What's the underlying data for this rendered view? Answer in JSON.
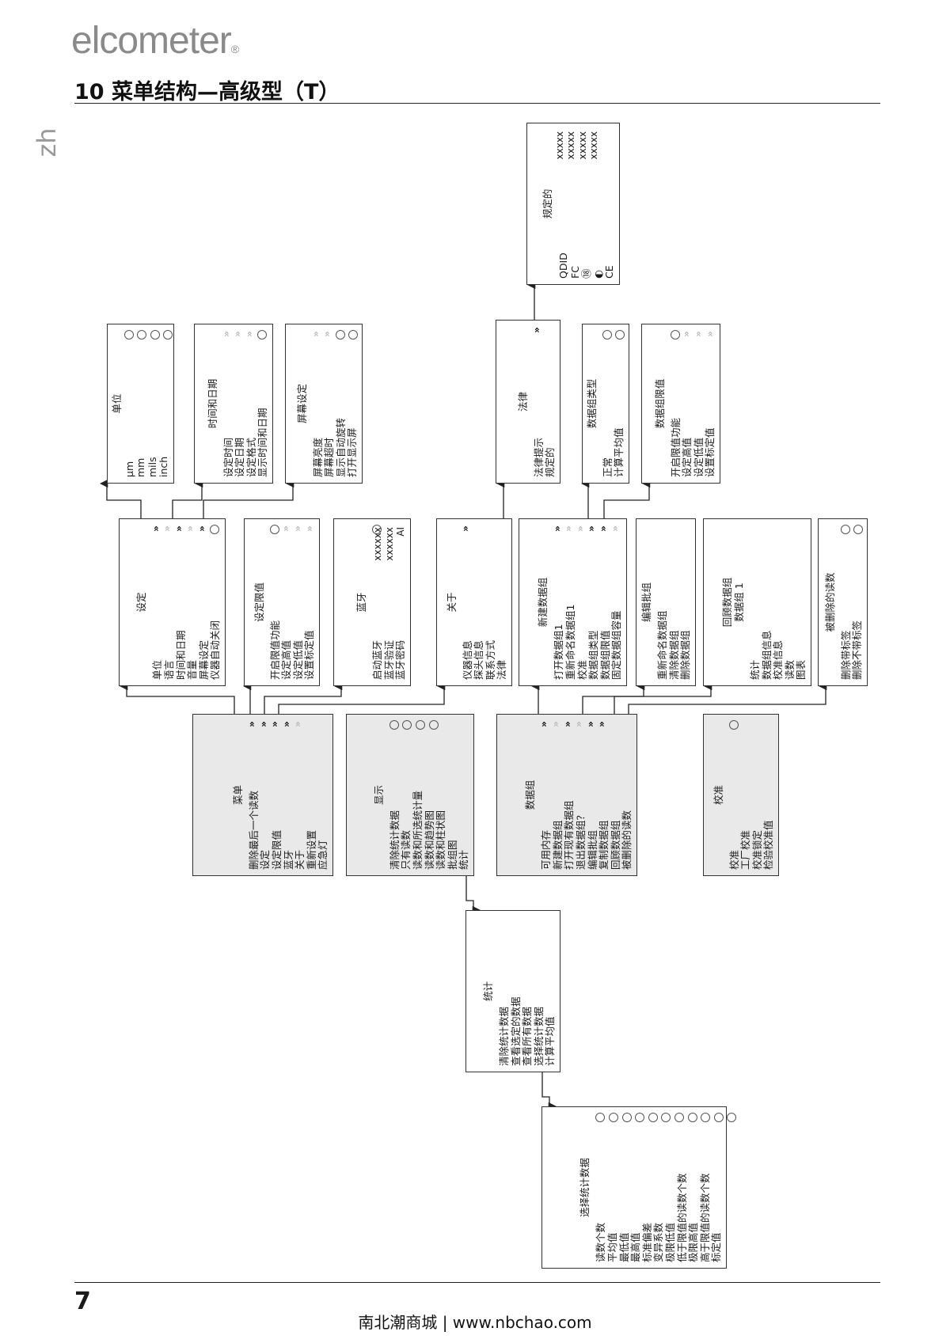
{
  "brand": "elcometer",
  "brand_mark": "®",
  "page_title": "10 菜单结构—高级型（T）",
  "language_tab": "zh",
  "page_number": "7",
  "footer": "南北潮商城 | www.nbchao.com",
  "boxes": {
    "units": {
      "header": "单位",
      "items": "μm\nmm\nmils\ninch",
      "marks": [
        "c",
        "c",
        "c",
        "c"
      ]
    },
    "datetime": {
      "header": "时间和日期",
      "items": "设定时间\n设定日期\n设定格式\n显示时间和日期",
      "marks": [
        "g",
        "g",
        "g",
        "c"
      ]
    },
    "screen": {
      "header": "屏幕设定",
      "items": "屏幕亮度\n屏幕超时\n显示自动旋转\n打开显示屏",
      "marks": [
        "g",
        "g",
        "c",
        "c"
      ]
    },
    "legal": {
      "header": "法律",
      "items": "法律提示\n规定的",
      "marks": [
        "b"
      ]
    },
    "regulatory": {
      "header": "规定的",
      "items": "QDID\nFC\n⑱\n◐\nCE",
      "values": "xxxxx\nxxxxx\nxxxxx\nxxxxx"
    },
    "batch_type": {
      "header": "数据组类型",
      "items": "正常\n计算平均值",
      "marks": [
        "c",
        "c"
      ]
    },
    "batch_limits": {
      "header": "数据组限值",
      "items": "开启限值功能\n设定高值\n设定低值\n设置标定值",
      "marks": [
        "c",
        "g",
        "g",
        "g"
      ]
    },
    "setup": {
      "header": "设定",
      "items": "单位\n语言\n时间和日期\n音量\n屏幕设定\n仪器自动关闭",
      "marks": [
        "b",
        "g",
        "b",
        "g",
        "b",
        "c"
      ]
    },
    "set_limits": {
      "header": "设定限值",
      "items": "开启限值功能\n设定高值\n设定低值\n设置标定值",
      "marks": [
        "c",
        "g",
        "g",
        "g"
      ]
    },
    "bluetooth": {
      "header": "蓝牙",
      "items": "启动蓝牙\n蓝牙验证\n蓝牙密码",
      "marks": [
        "c"
      ],
      "values": "xxxxxx\nxxxxxx\nAI"
    },
    "about": {
      "header": "关于",
      "items": "仪器信息\n探头信息\n联系方式\n法律",
      "marks": [
        "b"
      ]
    },
    "new_batch": {
      "header": "新建数据组",
      "items": "打开数据组1\n重新命名数据组1\n校准\n数据组类型\n数据组限值\n固定数据组容量",
      "marks": [
        "b",
        "g",
        "g",
        "b",
        "b",
        "g"
      ]
    },
    "edit_batch": {
      "header": "编辑批组",
      "items": "重新命名数据组\n清除数据组\n删除数据组"
    },
    "review_batch": {
      "header": "回顾数据组\n数据组 1",
      "items": "统计\n数据组信息\n校准信息\n读数\n图表"
    },
    "deleted": {
      "header": "被删除的读数",
      "items": "删除带标签\n删除不带标签",
      "marks": [
        "c",
        "c"
      ]
    },
    "menu": {
      "header": "菜单",
      "items": "删除最后一个读数\n设定\n设定限值\n蓝牙\n关于\n重新设置\n应急灯",
      "marks": [
        "b",
        "b",
        "b",
        "b",
        "g"
      ]
    },
    "display": {
      "header": "显示",
      "items": "清除统计数据\n只有读数\n读数和所选统计量\n读数和趋势图\n读数和柱状图\n批组图\n统计",
      "marks": [
        "c",
        "c",
        "c",
        "c"
      ]
    },
    "batch": {
      "header": "数据组",
      "items": "可用内存\n新建数据组\n打开现有数据组\n退出数据组？\n编辑批组\n复制数据组\n回顾数据组\n被删除的读数",
      "marks": [
        "b",
        "g",
        "b",
        "g",
        "b",
        "b"
      ]
    },
    "calibration": {
      "header": "校准",
      "items": "校准\n工厂校准\n校准锁定\n检验校准值",
      "marks": [
        "c"
      ]
    },
    "statistics": {
      "header": "统计",
      "items": "清除统计数据\n查看选定的数据\n查看所有数据\n选择统计数据\n计算平均值"
    },
    "select_stats": {
      "header": "选择统计数据",
      "items": "读数个数\n平均值\n最低值\n最高值\n标准偏差\n变异系数\n极限低值\n低于限值的读数个数\n极限高值\n高于限值的读数个数\n标定值",
      "marks": [
        "c",
        "c",
        "c",
        "c",
        "c",
        "c",
        "c",
        "c",
        "c",
        "c",
        "c"
      ]
    }
  }
}
